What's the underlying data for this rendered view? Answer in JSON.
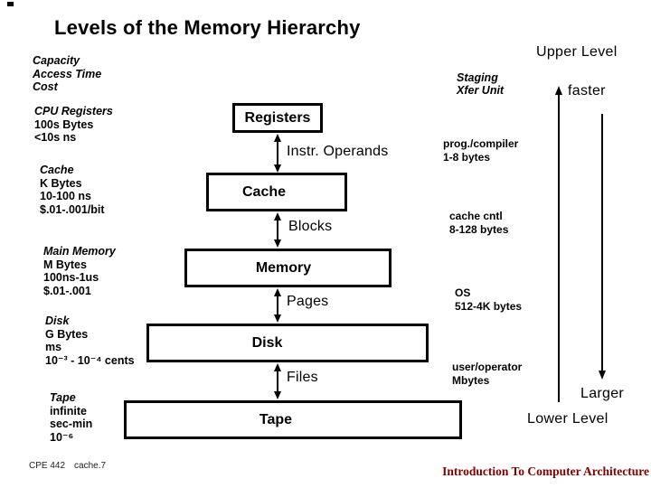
{
  "slide": {
    "title": "Levels of the Memory Hierarchy",
    "footer": {
      "course": "CPE 442",
      "page": "cache.7",
      "right_text": "Introduction To Computer Architecture"
    }
  },
  "left_column": {
    "header_lines": [
      "Capacity",
      "Access Time",
      "Cost"
    ],
    "levels": [
      {
        "name": "CPU Registers",
        "lines": [
          "100s Bytes",
          "<10s ns"
        ]
      },
      {
        "name": "Cache",
        "lines": [
          "K Bytes",
          "10-100 ns",
          "$.01-.001/bit"
        ]
      },
      {
        "name": "Main Memory",
        "lines": [
          "M Bytes",
          "100ns-1us",
          "$.01-.001"
        ]
      },
      {
        "name": "Disk",
        "lines": [
          "G Bytes",
          "ms",
          "10⁻³ - 10⁻⁴ cents"
        ]
      },
      {
        "name": "Tape",
        "lines": [
          "infinite",
          "sec-min",
          "10⁻⁶"
        ]
      }
    ]
  },
  "diagram": {
    "boxes": [
      {
        "label": "Registers"
      },
      {
        "label": "Cache"
      },
      {
        "label": "Memory"
      },
      {
        "label": "Disk"
      },
      {
        "label": "Tape"
      }
    ],
    "transfers": [
      {
        "label": "Instr. Operands"
      },
      {
        "label": "Blocks"
      },
      {
        "label": "Pages"
      },
      {
        "label": "Files"
      }
    ]
  },
  "right_column": {
    "upper_level": "Upper Level",
    "staging_lines": [
      "Staging",
      "Xfer Unit"
    ],
    "faster": "faster",
    "units": [
      {
        "lines": [
          "prog./compiler",
          "1-8 bytes"
        ]
      },
      {
        "lines": [
          "cache cntl",
          "8-128 bytes"
        ]
      },
      {
        "lines": [
          "OS",
          "512-4K bytes"
        ]
      },
      {
        "lines": [
          "user/operator",
          "Mbytes"
        ]
      }
    ],
    "larger": "Larger",
    "lower_level": "Lower Level"
  },
  "colors": {
    "ink": "#000000",
    "background": "#ffffff",
    "footer_right_text": "#800000"
  }
}
